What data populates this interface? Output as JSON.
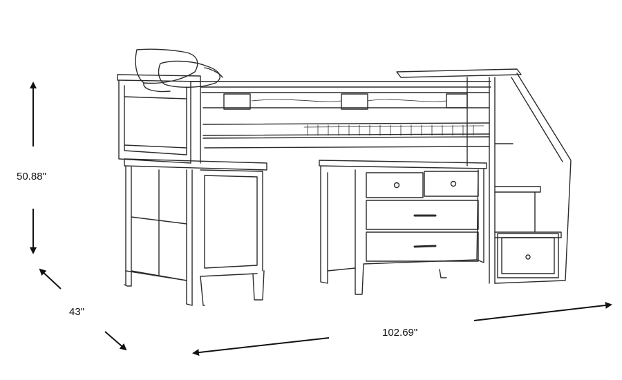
{
  "dimensions": {
    "height": "50.88\"",
    "depth": "43\"",
    "width": "102.69\""
  },
  "colors": {
    "line": "#2b2b2b",
    "background": "#ffffff"
  }
}
